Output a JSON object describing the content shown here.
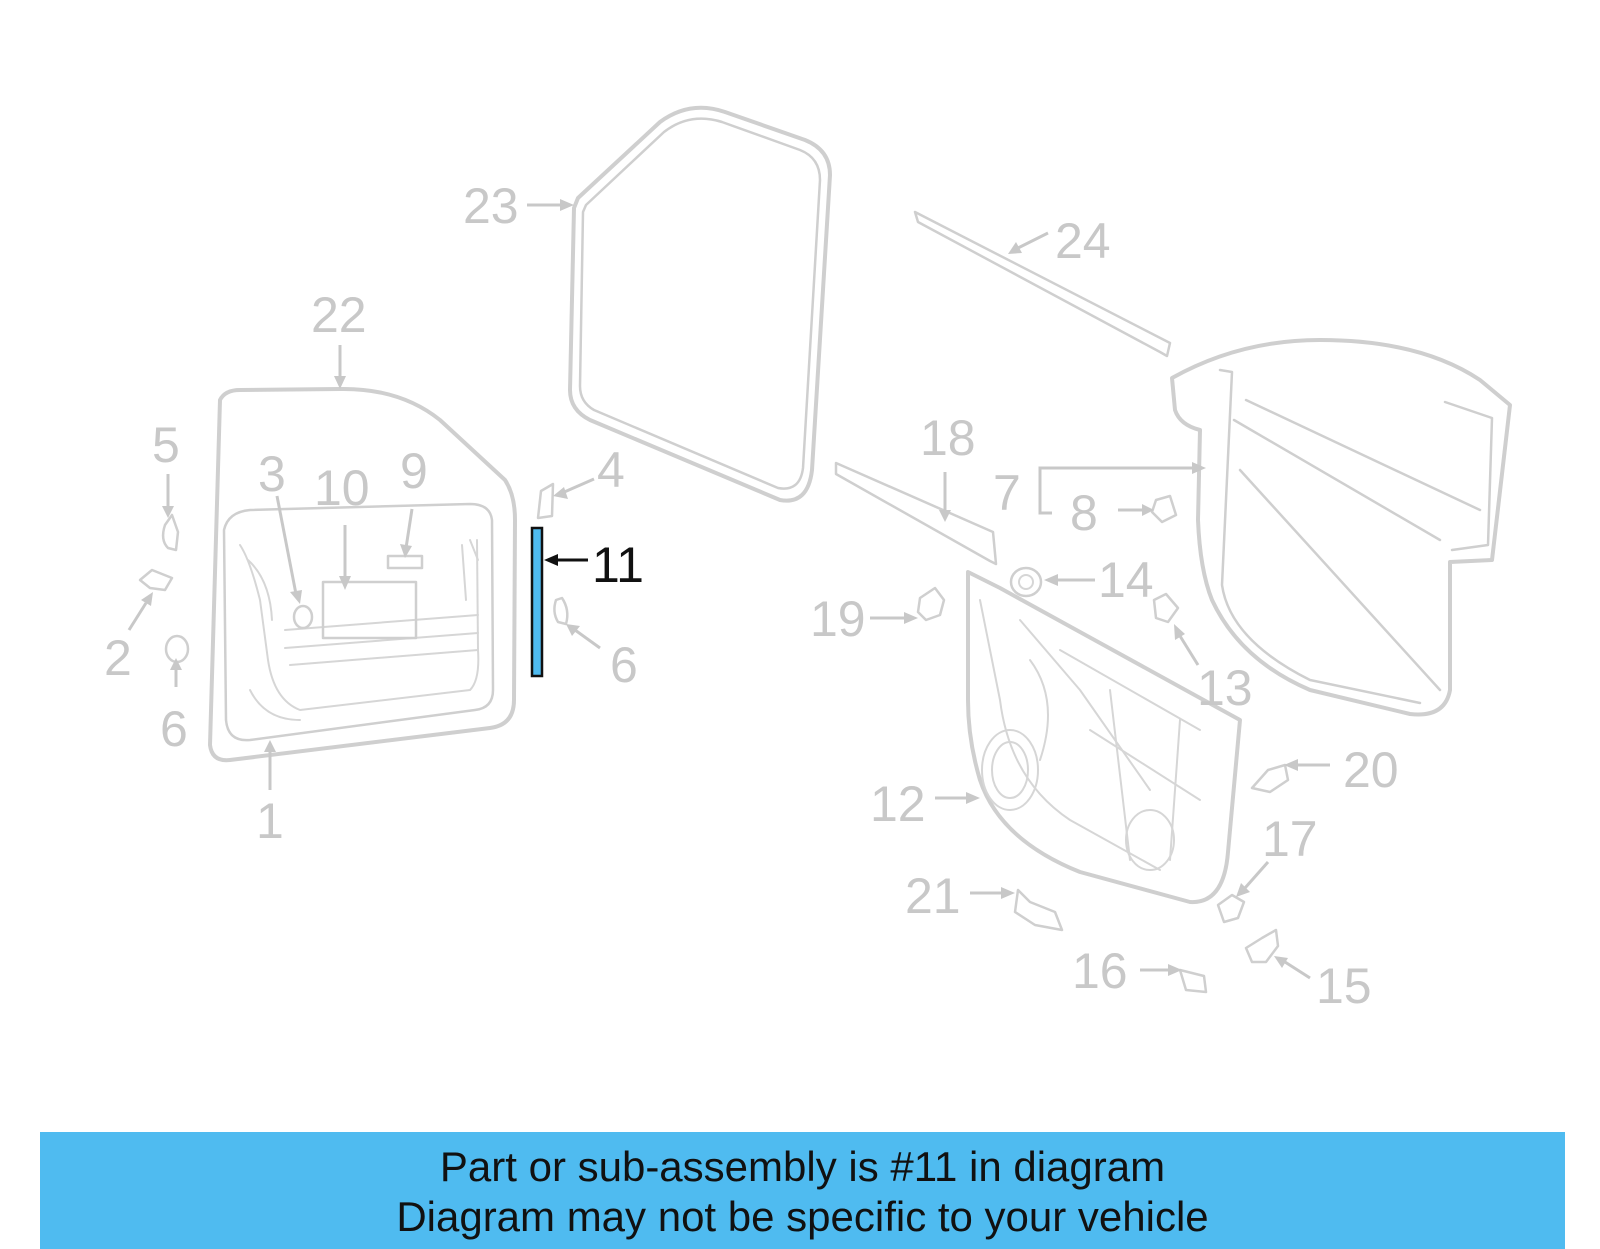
{
  "diagram": {
    "callouts": [
      "1",
      "2",
      "3",
      "4",
      "5",
      "6",
      "6",
      "7",
      "8",
      "9",
      "10",
      "11",
      "12",
      "13",
      "14",
      "15",
      "16",
      "17",
      "18",
      "19",
      "20",
      "21",
      "22",
      "23",
      "24"
    ],
    "highlighted_part": "11",
    "highlight_color": "#4fbbf0",
    "part_color": "#cfcfcf"
  },
  "banner": {
    "line1": "Part or sub-assembly is #11 in diagram",
    "line2": "Diagram may not be specific to your vehicle",
    "color": "#4fbbf0"
  }
}
